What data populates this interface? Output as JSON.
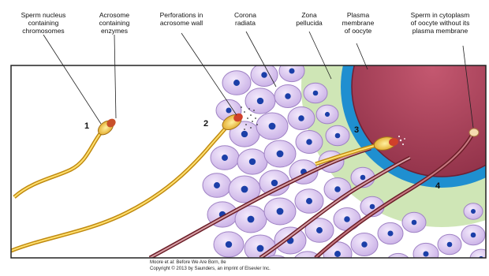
{
  "labels": {
    "sperm_nucleus": "Sperm nucleus\ncontaining\nchromosomes",
    "acrosome": "Acrosome\ncontaining\nenzymes",
    "perforations": "Perforations in\nacrosome wall",
    "corona": "Corona\nradiata",
    "zona": "Zona\npellucida",
    "plasma_membrane": "Plasma\nmembrane\nof oocyte",
    "sperm_in_cytoplasm": "Sperm in cytoplasm\nof oocyte without its\nplasma membrane"
  },
  "stages": [
    "1",
    "2",
    "3",
    "4"
  ],
  "credit": "Moore et al: Before We Are Born, 8e\nCopyright © 2013 by Saunders, an imprint of Elsevier Inc.",
  "colors": {
    "oocyte_cytoplasm": "#a8425a",
    "plasma_membrane": "#1f8fd0",
    "zona_pellucida": "#cfe6b6",
    "corona_cells": "#d9c4ee",
    "cell_nucleus": "#1b3fa8",
    "sperm": "#f2c230",
    "sperm_in_corona": "#8a2a32"
  }
}
